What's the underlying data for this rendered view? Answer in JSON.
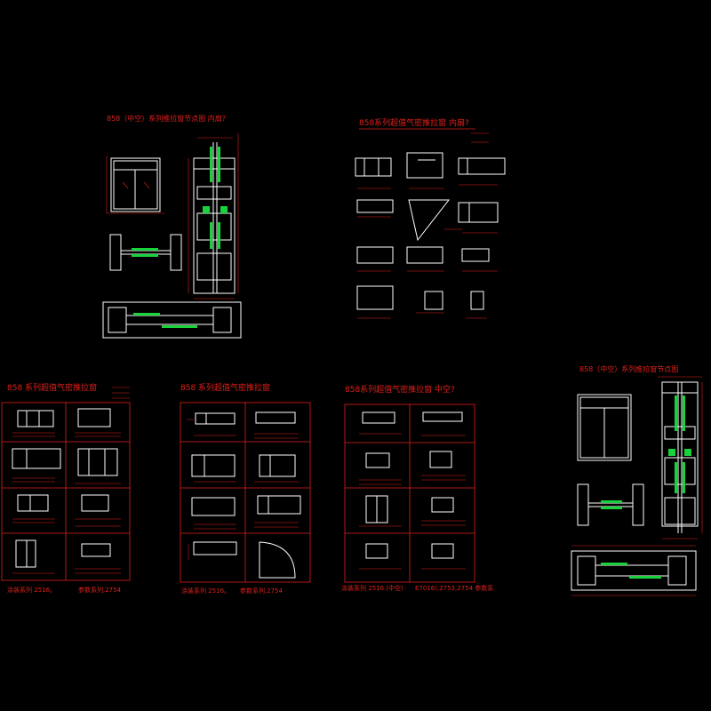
{
  "canvas": {
    "background": "#000000",
    "line_color": "#e0201a",
    "white": "#ffffff",
    "green": "#19d23c"
  },
  "sheets": {
    "node_top_left": {
      "title": "858（中空）系列推拉窗节点图 内扇?"
    },
    "profiles_top_right": {
      "title": "858系列超值气密推拉窗 内扇?"
    },
    "panel_1": {
      "title": "858 系列超值气密推拉窗",
      "footer_left": "涂装系列 2516。",
      "footer_right": "参数系列,2754"
    },
    "panel_2": {
      "title": "858 系列超值气密推拉窗",
      "footer_left": "涂装系列 2516。",
      "footer_right": "参数系列,2754"
    },
    "panel_3": {
      "title": "858系列超值气密推拉窗 中空?",
      "footer_left": "涂装系列 2516.(中空)",
      "footer_right": "E7016),2753,2754  参数系"
    },
    "node_bottom_right": {
      "title": "858（中空）系列推拉窗节点图"
    }
  }
}
